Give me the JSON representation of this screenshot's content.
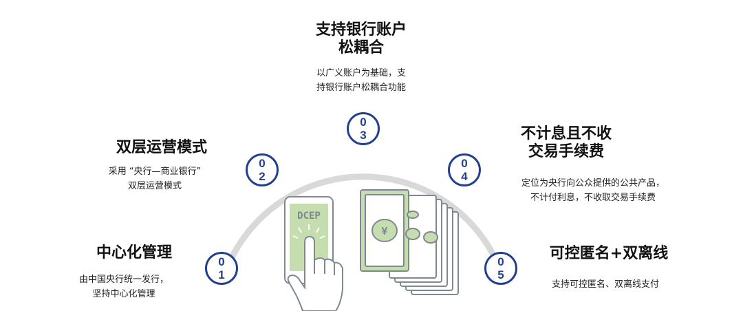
{
  "items": [
    {
      "num_top": "0",
      "num_bottom": "1",
      "title_lines": [
        "中心化管理"
      ],
      "desc_lines": [
        "由中国央行统一发行，",
        "坚持中心化管理"
      ]
    },
    {
      "num_top": "0",
      "num_bottom": "2",
      "title_lines": [
        "双层运营模式"
      ],
      "desc_lines": [
        "采用 “央行—商业银行”",
        "双层运营模式"
      ]
    },
    {
      "num_top": "0",
      "num_bottom": "3",
      "title_lines": [
        "支持银行账户",
        "松耦合"
      ],
      "desc_lines": [
        "以广义账户为基础，支",
        "持银行账户松耦合功能"
      ]
    },
    {
      "num_top": "0",
      "num_bottom": "4",
      "title_lines": [
        "不计息且不收",
        "交易手续费"
      ],
      "desc_lines": [
        "定位为央行向公众提供的公共产品，",
        "不计付利息，不收取交易手续费"
      ]
    },
    {
      "num_top": "0",
      "num_bottom": "5",
      "title_lines": [
        "可控匿名+双离线"
      ],
      "desc_lines": [
        "支持可控匿名、双离线支付"
      ]
    }
  ],
  "illustration": {
    "phone_label": "DCEP"
  },
  "colors": {
    "accent": "#233f8f",
    "arc": "#d9d9d9",
    "note_green": "#c6ddb0",
    "line": "#7f8890"
  }
}
